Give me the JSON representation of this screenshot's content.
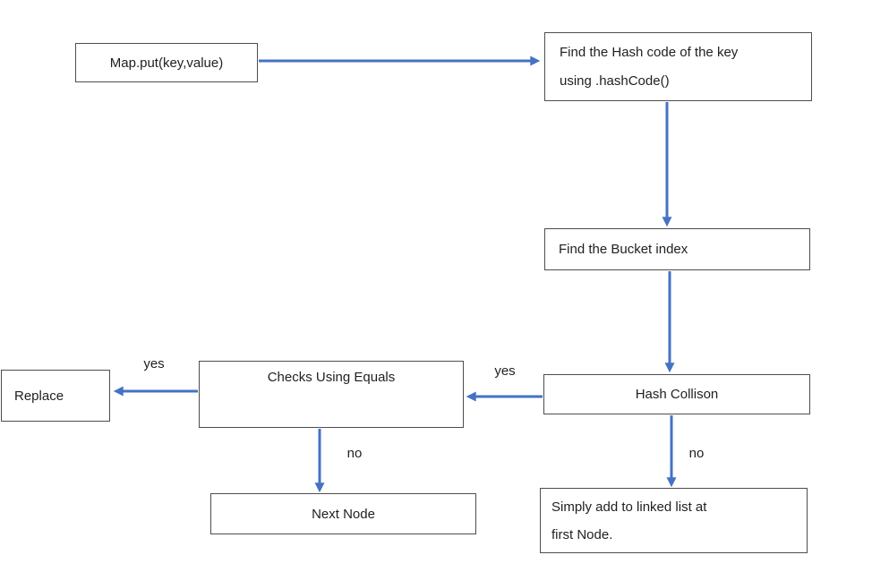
{
  "nodes": {
    "map_put": {
      "label": "Map.put(key,value)"
    },
    "find_hash": {
      "label": "Find the Hash code of the key\nusing .hashCode()"
    },
    "find_bucket": {
      "label": "Find the Bucket index"
    },
    "hash_collision": {
      "label": "Hash Collison"
    },
    "simply_add": {
      "label": " Simply add to linked list at\nfirst Node."
    },
    "checks_equals": {
      "label": "Checks Using Equals"
    },
    "replace": {
      "label": "Replace"
    },
    "next_node": {
      "label": "Next Node"
    }
  },
  "edge_labels": {
    "collision_yes": "yes",
    "collision_no": "no",
    "equals_yes": "yes",
    "equals_no": "no"
  },
  "colors": {
    "arrow": "#4472C4",
    "box_border": "#4d4d4d",
    "text": "#1f1f1f",
    "background": "#ffffff"
  }
}
